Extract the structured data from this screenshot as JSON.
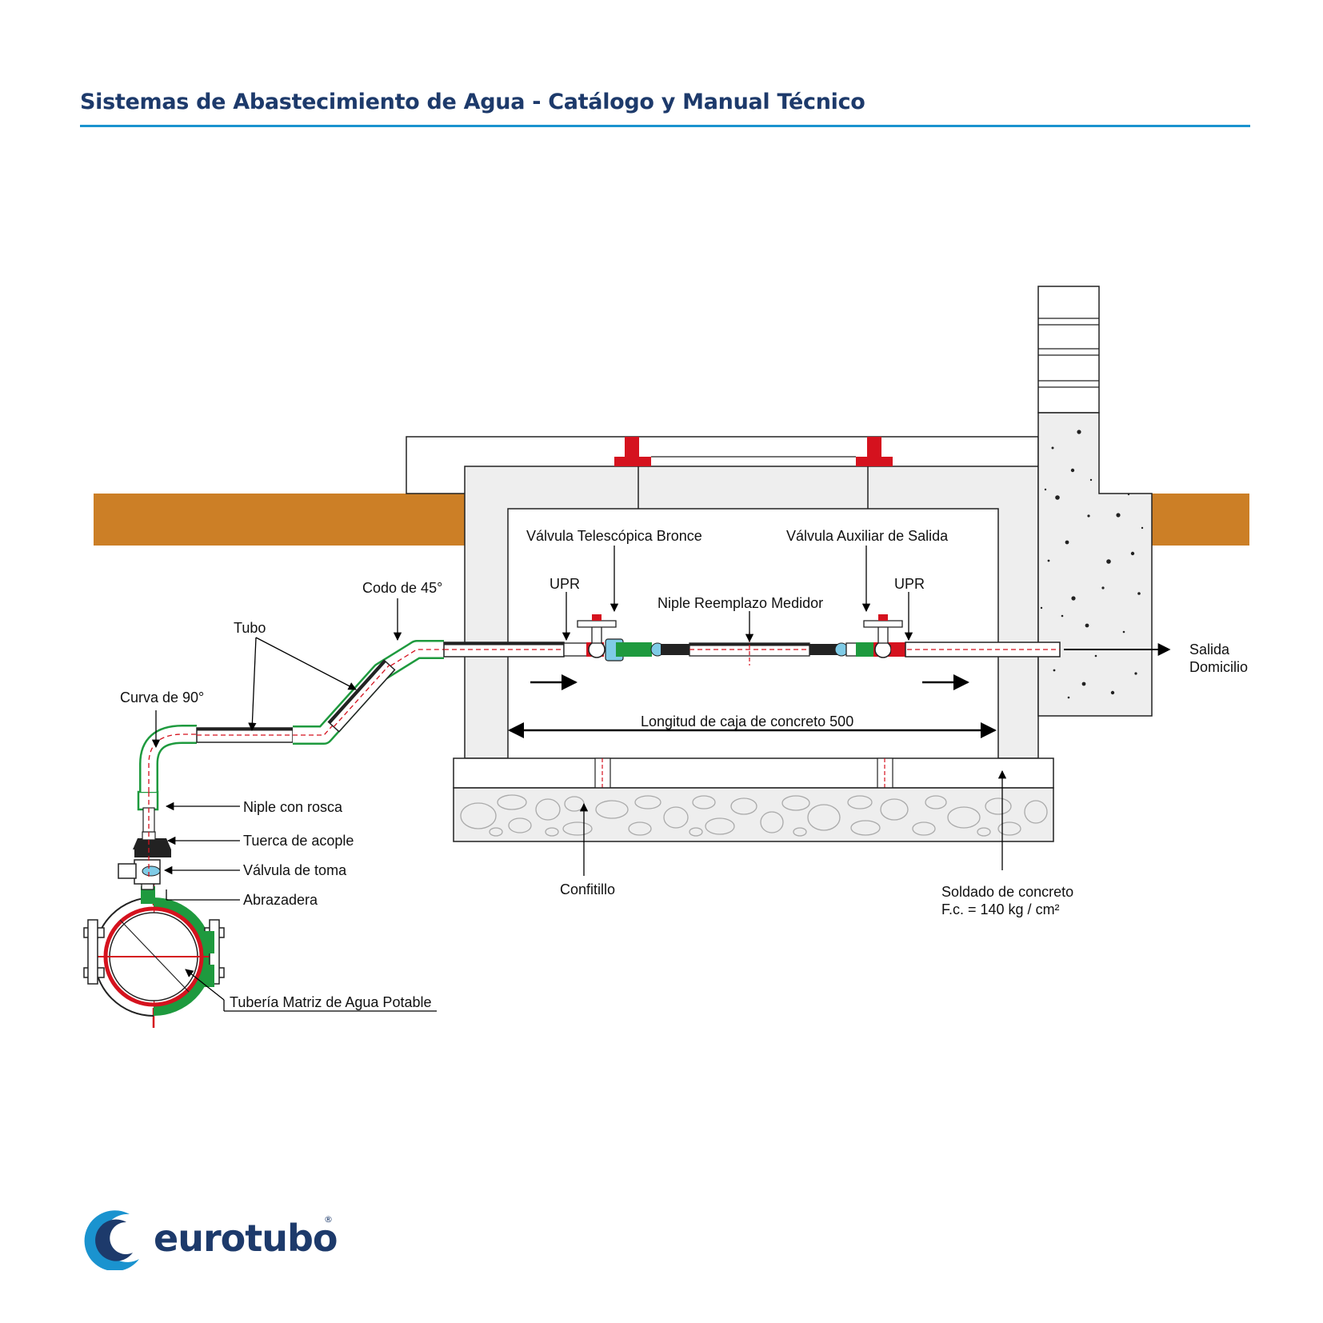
{
  "header": {
    "title": "Sistemas de Abastecimiento de Agua - Catálogo y Manual Técnico"
  },
  "labels": {
    "valvula_telescopica": "Válvula Telescópica Bronce",
    "valvula_auxiliar": "Válvula Auxiliar de Salida",
    "upr_left": "UPR",
    "upr_right": "UPR",
    "niple_reemplazo": "Niple Reemplazo Medidor",
    "codo_45": "Codo de 45°",
    "tubo": "Tubo",
    "curva_90": "Curva de 90°",
    "salida_line1": "Salida",
    "salida_line2": "Domicilio",
    "longitud_caja": "Longitud de caja de concreto 500",
    "niple_rosca": "Niple con rosca",
    "tuerca_acople": "Tuerca de acople",
    "valvula_toma": "Válvula de toma",
    "abrazadera": "Abrazadera",
    "tuberia_matriz": "Tubería Matriz de Agua Potable",
    "confitillo": "Confitillo",
    "soldado_line1": "Soldado de concreto",
    "soldado_line2": "F.c. = 140 kg / cm²"
  },
  "colors": {
    "title": "#1d3a6b",
    "rule": "#1a93cf",
    "soil": "#cc7f26",
    "concrete": "#eeeeee",
    "fitting_green": "#1e9a3e",
    "fitting_red": "#d5121e",
    "accent_blue": "#7fcbe6"
  },
  "logo": {
    "brand": "eurotubo",
    "mark": "®",
    "icon": "swirl-c-icon"
  }
}
